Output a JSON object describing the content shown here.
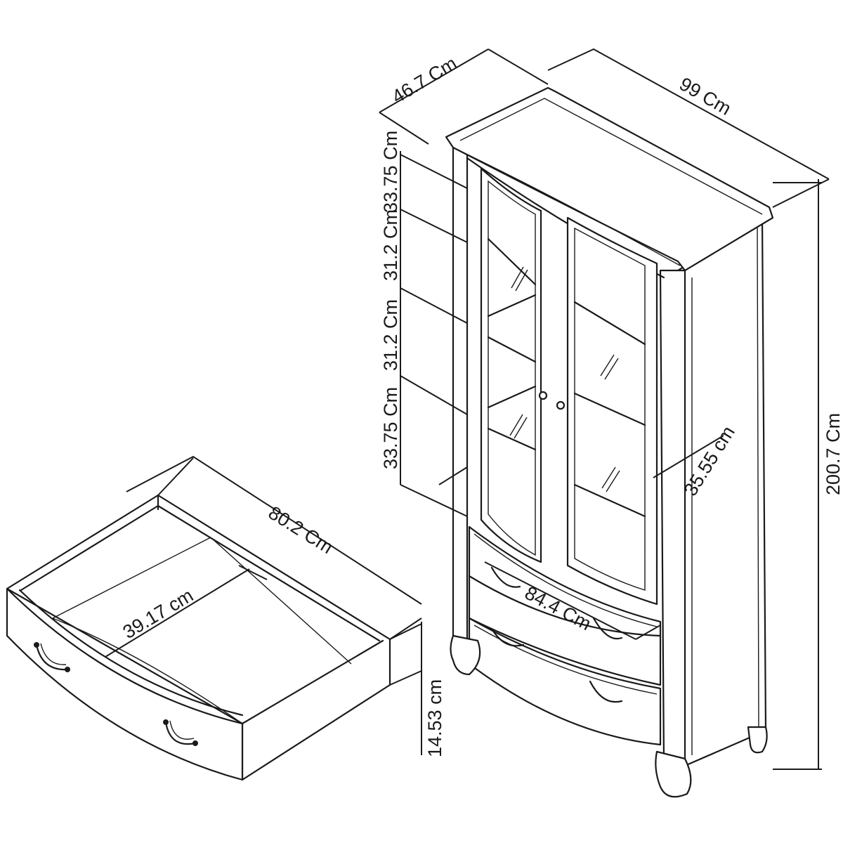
{
  "cabinet": {
    "depth_label": "46.7 Cm",
    "width_label": "99 Cm",
    "height_label": "200.7 Cm",
    "shelf_spacing_labels": [
      "33.75 Cm",
      "31.2 Cm",
      "31.2 Cm",
      "33.75 Cm"
    ],
    "inner_depth_label": "35.55 cm",
    "inner_width_label": "84.4 Cm"
  },
  "drawer": {
    "width_label": "80.2 Cm",
    "depth_label": "39.17 cm",
    "height_label": "14.53 cm"
  }
}
